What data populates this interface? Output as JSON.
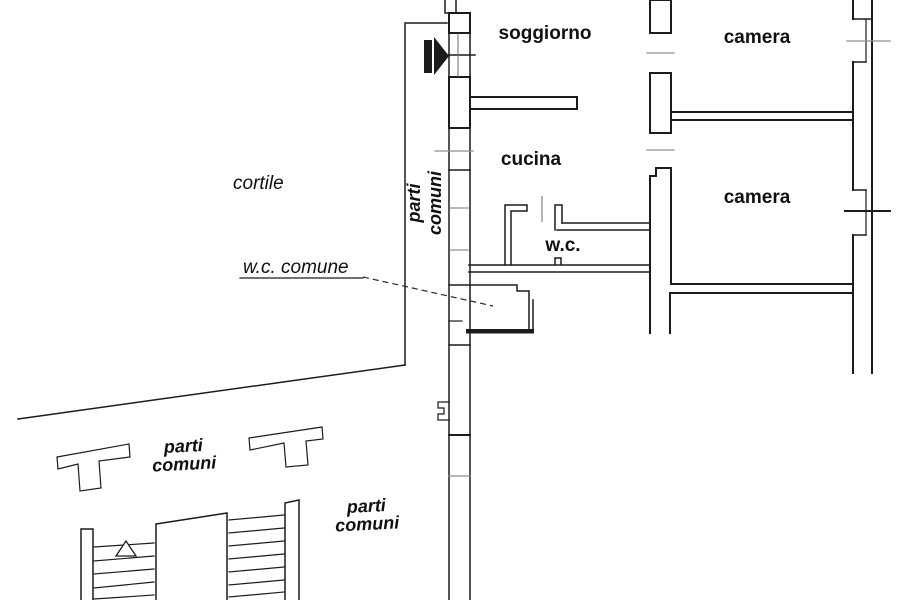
{
  "plan": {
    "background_color": "#ffffff",
    "wall_color": "#1c1c1c",
    "opening_color": "#8f8f8f",
    "labels": {
      "soggiorno": "soggiorno",
      "camera_top": "camera",
      "camera_bottom": "camera",
      "cucina": "cucina",
      "wc": "w.c.",
      "cortile": "cortile",
      "wc_comune": "w.c. comune",
      "parti": "parti",
      "comuni": "comuni"
    }
  }
}
